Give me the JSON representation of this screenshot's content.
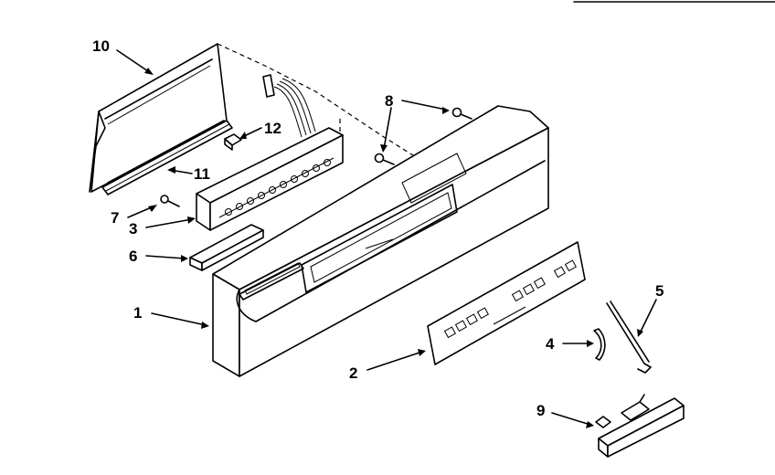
{
  "diagram": {
    "callouts": [
      {
        "id": "p1",
        "text": "1"
      },
      {
        "id": "p2",
        "text": "2"
      },
      {
        "id": "p3",
        "text": "3"
      },
      {
        "id": "p4",
        "text": "4"
      },
      {
        "id": "p5",
        "text": "5"
      },
      {
        "id": "p6",
        "text": "6"
      },
      {
        "id": "p7",
        "text": "7"
      },
      {
        "id": "p8",
        "text": "8"
      },
      {
        "id": "p9",
        "text": "9"
      },
      {
        "id": "p10",
        "text": "10"
      },
      {
        "id": "p11",
        "text": "11"
      },
      {
        "id": "p12",
        "text": "12"
      }
    ]
  }
}
